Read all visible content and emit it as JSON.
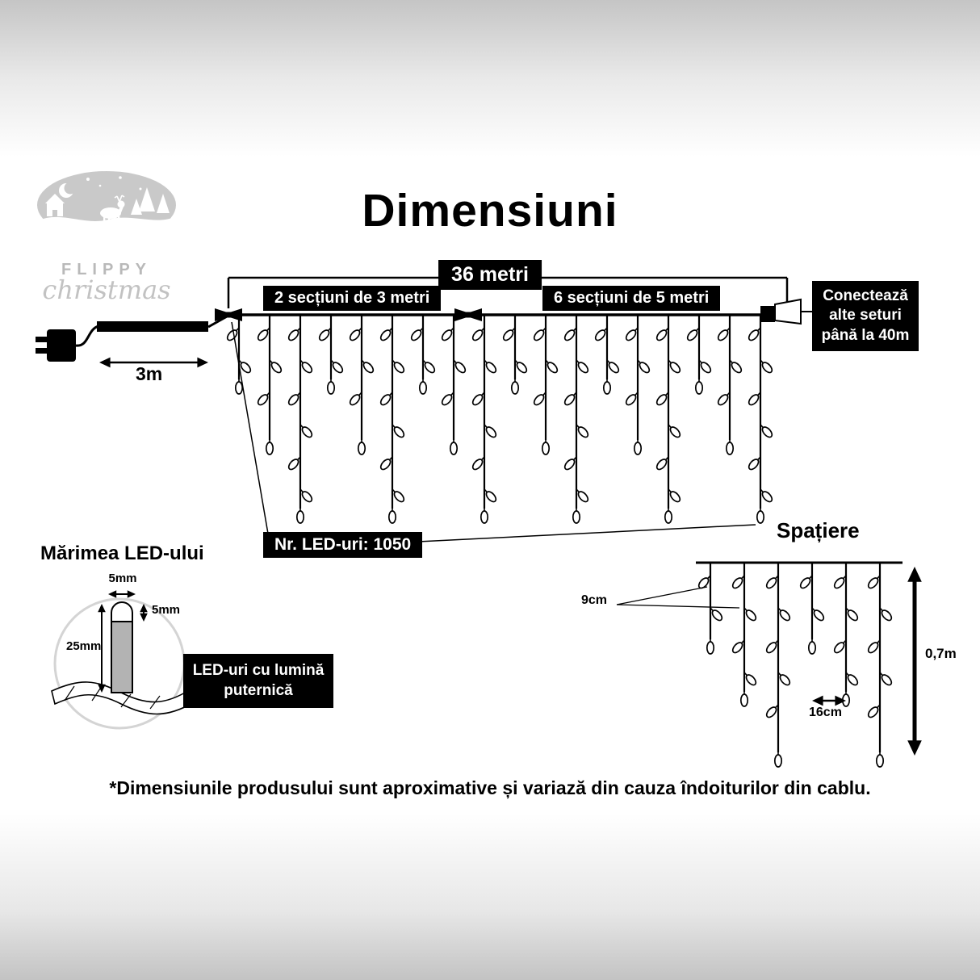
{
  "page": {
    "title": "Dimensiuni",
    "footnote": "*Dimensiunile produsului sunt aproximative și variază din cauza îndoiturilor din cablu."
  },
  "logo": {
    "brand": "FLIPPY",
    "script": "christmas"
  },
  "curtain": {
    "total_length_label": "36 metri",
    "section_left_label": "2 secțiuni de 3 metri",
    "section_right_label": "6 secțiuni de 5 metri",
    "connector_note": "Conectează alte seturi până la 40m",
    "lead_length_label": "3m",
    "led_count_label": "Nr. LED-uri: 1050"
  },
  "led_detail": {
    "heading": "Mărimea LED-ului",
    "cap_width": "5mm",
    "cap_height": "5mm",
    "body_height": "25mm",
    "note": "LED-uri cu lumină puternică"
  },
  "spacing": {
    "heading": "Spațiere",
    "led_gap": "9cm",
    "drop_gap": "16cm",
    "drop_height": "0,7m"
  },
  "colors": {
    "label_bg": "#000000",
    "label_text": "#ffffff",
    "line": "#000000"
  }
}
